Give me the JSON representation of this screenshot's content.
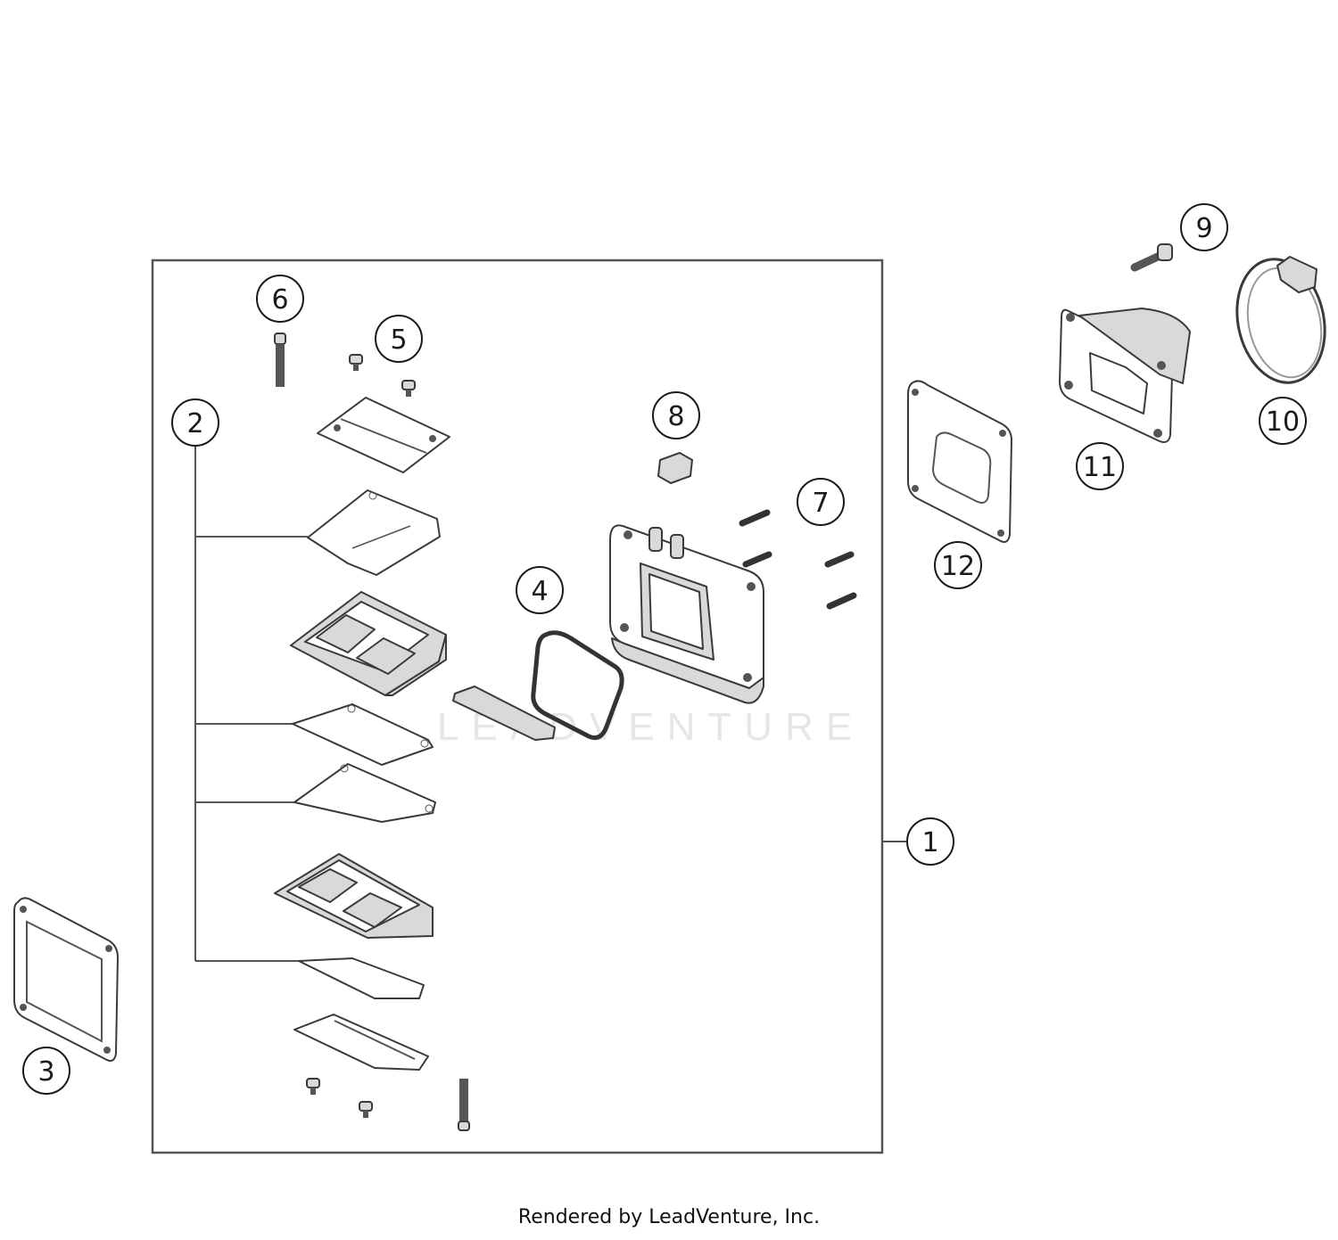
{
  "watermark": "LEADVENTURE",
  "footer": {
    "credit": "Rendered by LeadVenture, Inc."
  },
  "callouts": [
    "1",
    "2",
    "3",
    "4",
    "5",
    "6",
    "7",
    "8",
    "9",
    "10",
    "11",
    "12"
  ]
}
